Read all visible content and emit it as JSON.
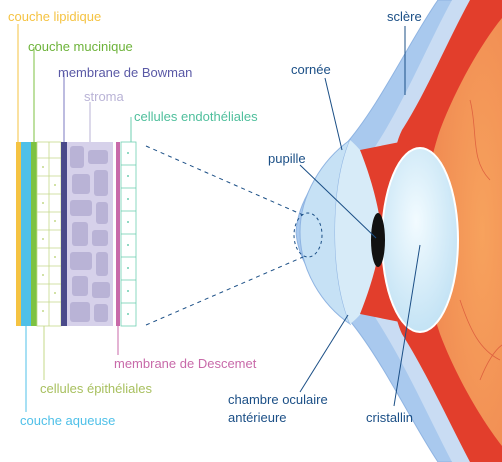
{
  "colors": {
    "lipid": "#f5c342",
    "aqueous": "#4fc0e8",
    "mucin": "#7dc242",
    "bowman": "#7b7ac2",
    "stroma": "#b9b3d6",
    "endothelial": "#6fcfb2",
    "descemet": "#c86aa9",
    "epithelial": "#c5d98a",
    "dark_label": "#1b4f86",
    "sclera": "#a9c9ee",
    "iris": "#e53d2e",
    "lens": "#cfe8f6"
  },
  "layer_labels": {
    "lipid": "couche lipidique",
    "mucin": "couche mucinique",
    "bowman": "membrane de Bowman",
    "stroma": "stroma",
    "endothelial": "cellules endothéliales",
    "descemet": "membrane de Descemet",
    "epithelial": "cellules épithéliales",
    "aqueous": "couche aqueuse"
  },
  "eye_labels": {
    "sclera": "sclère",
    "cornea": "cornée",
    "pupil": "pupille",
    "anterior_chamber_1": "chambre oculaire",
    "anterior_chamber_2": "antérieure",
    "lens": "cristallin"
  }
}
